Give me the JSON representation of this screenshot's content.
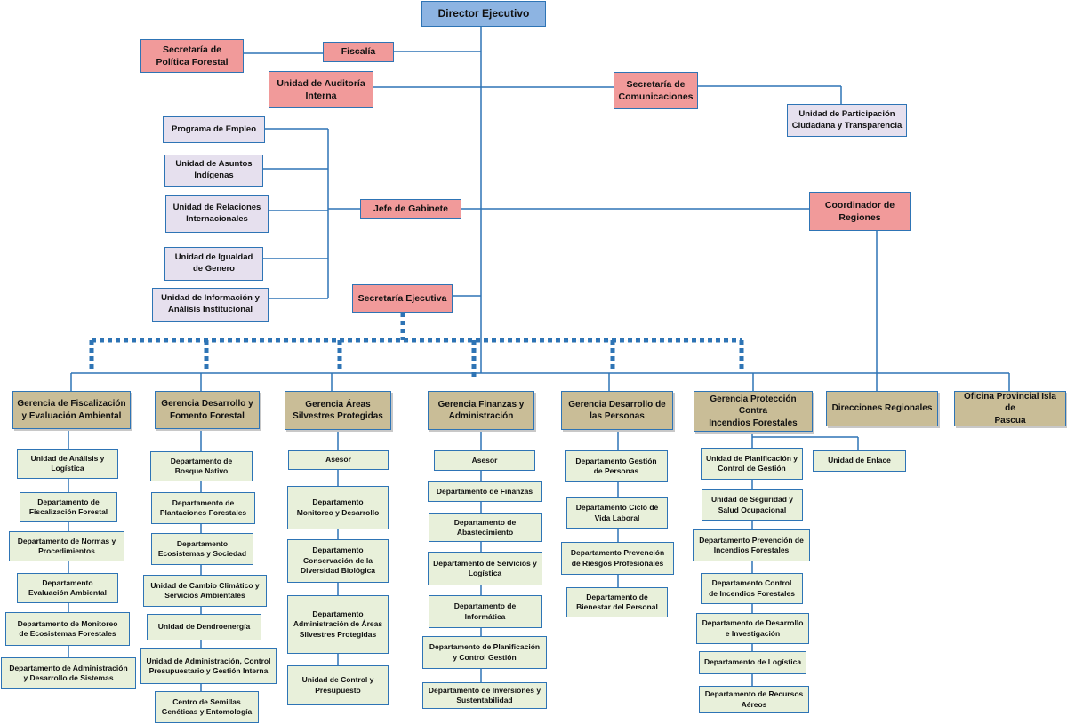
{
  "top": {
    "director": "Director Ejecutivo",
    "fiscalia": "Fiscalía",
    "politica": "Secretaría de\nPolítica Forestal",
    "auditoria": "Unidad de Auditoría\nInterna",
    "comunicaciones": "Secretaría de\nComunicaciones",
    "participacion": "Unidad de Participación\nCiudadana y Transparencia",
    "gabinete": "Jefe de Gabinete",
    "coordinador": "Coordinador de\nRegiones",
    "ejecutiva": "Secretaría Ejecutiva"
  },
  "gabinete_units": [
    "Programa de Empleo",
    "Unidad de Asuntos\nIndígenas",
    "Unidad de Relaciones\nInternacionales",
    "Unidad de Igualdad\nde Genero",
    "Unidad de Información y\nAnálisis Institucional"
  ],
  "gerencias": [
    {
      "title": "Gerencia de Fiscalización\ny Evaluación Ambiental",
      "units": [
        "Unidad de Análisis y\nLogística",
        "Departamento de\nFiscalización Forestal",
        "Departamento de Normas y\nProcedimientos",
        "Departamento\nEvaluación Ambiental",
        "Departamento de Monitoreo\nde Ecosistemas Forestales",
        "Departamento de Administración\ny Desarrollo de Sistemas"
      ]
    },
    {
      "title": "Gerencia Desarrollo y\nFomento Forestal",
      "units": [
        "Departamento de\nBosque Nativo",
        "Departamento de\nPlantaciones Forestales",
        "Departamento\nEcosistemas y Sociedad",
        "Unidad de Cambio Climático y\nServicios Ambientales",
        "Unidad de Dendroenergía",
        "Unidad de Administración, Control\nPresupuestario y Gestión Interna",
        "Centro de Semillas\nGenéticas y Entomología"
      ]
    },
    {
      "title": "Gerencia Áreas\nSilvestres Protegidas",
      "units": [
        "Asesor",
        "Departamento\nMonitoreo y Desarrollo",
        "Departamento\nConservación de la\nDiversidad Biológica",
        "Departamento\nAdministración de Áreas\nSilvestres Protegidas",
        "Unidad de Control y\nPresupuesto"
      ]
    },
    {
      "title": "Gerencia Finanzas y\nAdministración",
      "units": [
        "Asesor",
        "Departamento de Finanzas",
        "Departamento de\nAbastecimiento",
        "Departamento de Servicios y\nLogística",
        "Departamento de\nInformática",
        "Departamento de Planificación\ny Control Gestión",
        "Departamento de Inversiones y\nSustentabilidad"
      ]
    },
    {
      "title": "Gerencia Desarrollo de\nlas Personas",
      "units": [
        "Departamento Gestión\nde Personas",
        "Departamento Ciclo de\nVida Laboral",
        "Departamento Prevención\nde Riesgos Profesionales",
        "Departamento de\nBienestar del Personal"
      ]
    },
    {
      "title": "Gerencia Protección Contra\nIncendios Forestales",
      "units": [
        "Unidad de Planificación y\nControl de Gestión",
        "Unidad de Seguridad y\nSalud Ocupacional",
        "Departamento Prevención de\nIncendios Forestales",
        "Departamento Control\nde Incendios Forestales",
        "Departamento de Desarrollo\ne Investigación",
        "Departamento de Logística",
        "Departamento de Recursos\nAéreos"
      ],
      "side": "Unidad de  Enlace"
    },
    {
      "title": "Direcciones Regionales",
      "units": []
    },
    {
      "title": "Oficina Provincial Isla de\nPascua",
      "units": []
    }
  ]
}
